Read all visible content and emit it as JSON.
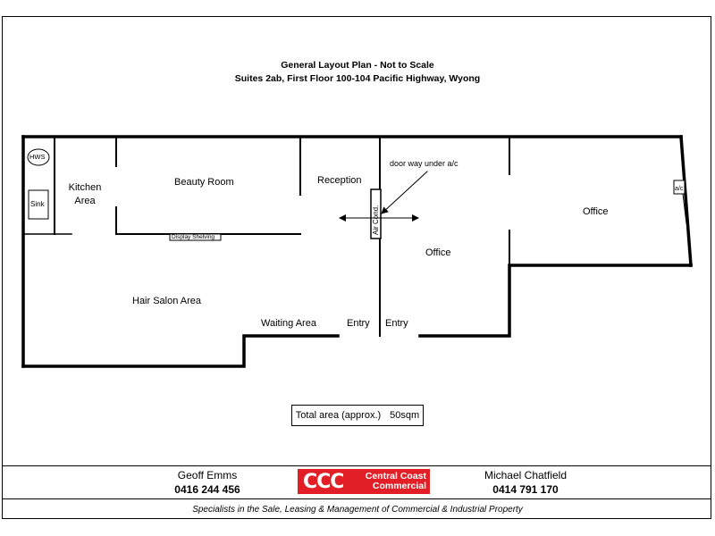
{
  "header": {
    "title": "General Layout Plan - Not to Scale",
    "subtitle": "Suites 2ab, First Floor 100-104 Pacific Highway, Wyong"
  },
  "plan": {
    "rooms": {
      "hws": "HWS",
      "sink": "Sink",
      "kitchen_line1": "Kitchen",
      "kitchen_line2": "Area",
      "beauty_room": "Beauty Room",
      "reception": "Reception",
      "doorway_note": "door way under a/c",
      "air_cond": "Air Cond.",
      "office_left": "Office",
      "office_right": "Office",
      "ac": "a/c",
      "display_shelving": "Display Shelving",
      "hair_salon": "Hair Salon Area",
      "waiting_area": "Waiting Area",
      "entry_left": "Entry",
      "entry_right": "Entry"
    },
    "total_area_label": "Total area (approx.)",
    "total_area_value": "50sqm"
  },
  "footer": {
    "agent_left": {
      "name": "Geoff Emms",
      "phone": "0416 244 456"
    },
    "agent_right": {
      "name": "Michael Chatfield",
      "phone": "0414 791 170"
    },
    "logo": {
      "mark": "CCC",
      "line1": "Central Coast",
      "line2": "Commercial"
    },
    "tagline": "Specialists in the Sale, Leasing & Management of Commercial & Industrial Property"
  },
  "colors": {
    "brand_red": "#e21f26",
    "line": "#000000"
  }
}
